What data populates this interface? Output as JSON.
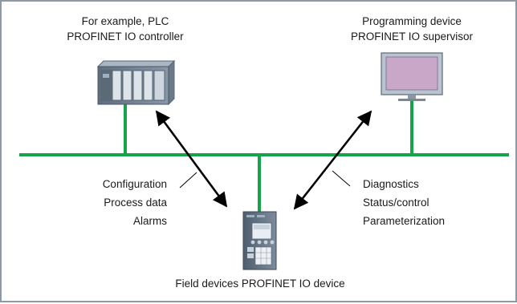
{
  "colors": {
    "bus": "#17a34a",
    "border": "#8c9aa8",
    "arrow": "#000000",
    "text": "#1a1a1a"
  },
  "devices": {
    "plc": {
      "line1": "For example, PLC",
      "line2": "PROFINET IO controller",
      "icon": "plc-rack-icon"
    },
    "pg": {
      "line1": "Programming device",
      "line2": "PROFINET IO supervisor",
      "icon": "monitor-icon"
    },
    "field": {
      "label": "Field devices PROFINET IO device",
      "icon": "field-device-icon"
    }
  },
  "links": {
    "controller": {
      "items": [
        "Configuration",
        "Process data",
        "Alarms"
      ],
      "arrow": "bidirectional-arrow-icon"
    },
    "supervisor": {
      "items": [
        "Diagnostics",
        "Status/control",
        "Parameterization"
      ],
      "arrow": "bidirectional-arrow-icon"
    }
  }
}
